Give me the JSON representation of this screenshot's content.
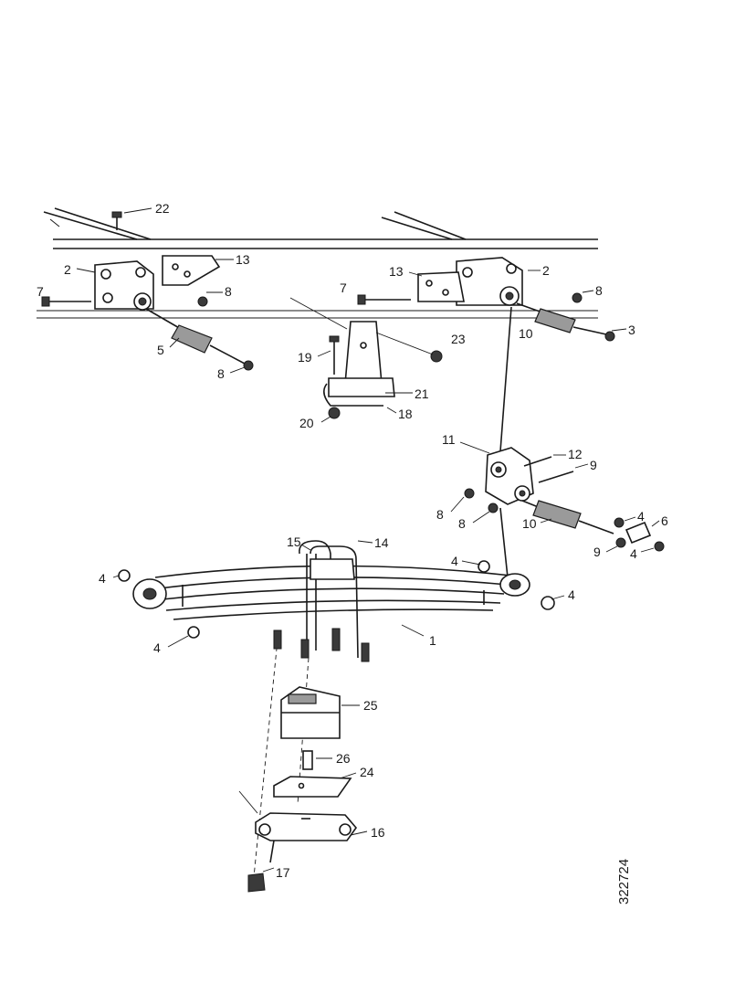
{
  "labels": {
    "l22": "22",
    "l2_left": "2",
    "l13_left": "13",
    "l7_left": "7",
    "l8_left_top": "8",
    "l5_left": "5",
    "l8_left_bottom": "8",
    "l13_right": "13",
    "l2_right": "2",
    "l7_right": "7",
    "l8_right_top": "8",
    "l10_right_top": "10",
    "l3_right": "3",
    "l19": "19",
    "l23": "23",
    "l21": "21",
    "l20": "20",
    "l18": "18",
    "l11": "11",
    "l12": "12",
    "l9_top": "9",
    "l8_mid_a": "8",
    "l8_mid_b": "8",
    "l10_mid": "10",
    "l4_shackle": "4",
    "l6_shackle": "6",
    "l9_bottom": "9",
    "l4_shackle_b": "4",
    "l15": "15",
    "l14": "14",
    "l4_front_eye": "4",
    "l4_rear_top": "4",
    "l4_rear_eye": "4",
    "l4_front_bottom": "4",
    "l1": "1",
    "l25": "25",
    "l26": "26",
    "l24": "24",
    "l16": "16",
    "l17": "17"
  },
  "reference_number": "322724"
}
